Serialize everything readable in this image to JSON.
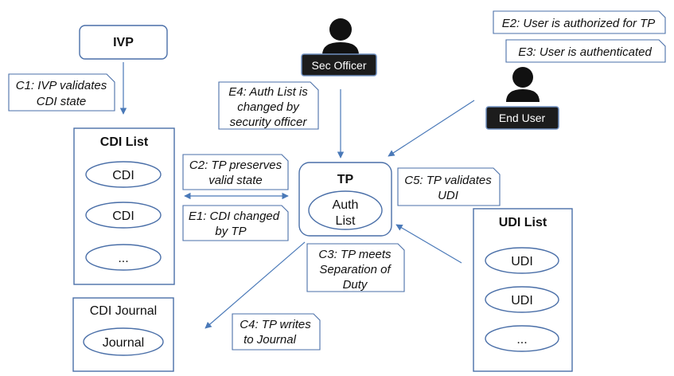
{
  "boxes": {
    "ivp": "IVP",
    "cdi_list": "CDI List",
    "cdi_journal": "CDI Journal",
    "tp": "TP",
    "udi_list": "UDI List"
  },
  "items": {
    "cdi_1": "CDI",
    "cdi_2": "CDI",
    "cdi_3": "...",
    "journal": "Journal",
    "auth_list_1": "Auth",
    "auth_list_2": "List",
    "udi_1": "UDI",
    "udi_2": "UDI",
    "udi_3": "..."
  },
  "actors": {
    "sec_officer": "Sec Officer",
    "end_user": "End User"
  },
  "notes": {
    "c1": [
      "C1: IVP validates",
      "CDI state"
    ],
    "c2": [
      "C2: TP preserves",
      "valid state"
    ],
    "e1": [
      "E1: CDI changed",
      "by TP"
    ],
    "e4": [
      "E4: Auth List is",
      "changed by",
      "security officer"
    ],
    "e2": [
      "E2: User is authorized for TP"
    ],
    "e3": [
      "E3: User is authenticated"
    ],
    "c5": [
      "C5: TP validates",
      "UDI"
    ],
    "c3": [
      "C3: TP meets",
      "Separation of",
      "Duty"
    ],
    "c4": [
      "C4: TP writes",
      "to Journal"
    ]
  },
  "colors": {
    "outline": "#4a6fa8",
    "arrow": "#4a79b8",
    "badge": "#1c1c1c"
  },
  "icons": {
    "sec_officer": "person-icon",
    "end_user": "person-icon"
  }
}
